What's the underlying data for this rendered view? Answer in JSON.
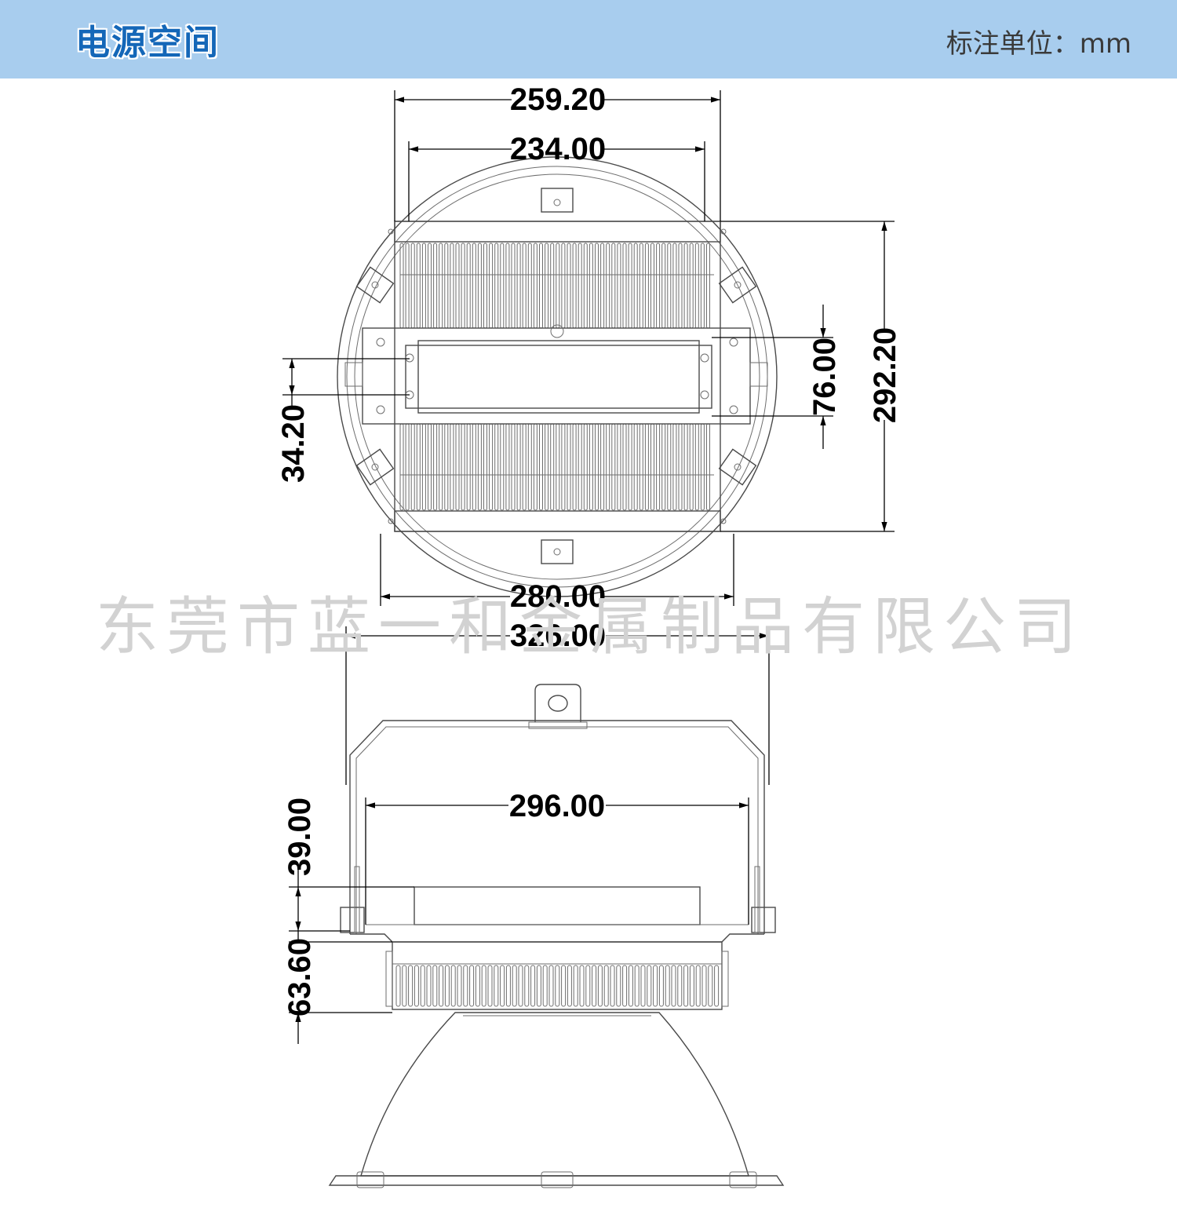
{
  "header": {
    "title": "电源空间",
    "unit_note": "标注单位：mm",
    "background_color": "#a8cdee",
    "title_color": "#1467b8"
  },
  "watermark": "东莞市蓝一和金属制品有限公司",
  "dimensions": {
    "top_width_outer": "259.20",
    "top_width_inner": "234.00",
    "height_overall": "292.20",
    "driver_height": "76.00",
    "mount_spacing": "34.20",
    "bracket_width": "280.00",
    "overall_width": "326.00",
    "inner_width": "296.00",
    "driver_depth": "39.00",
    "heatsink_depth": "63.60"
  }
}
